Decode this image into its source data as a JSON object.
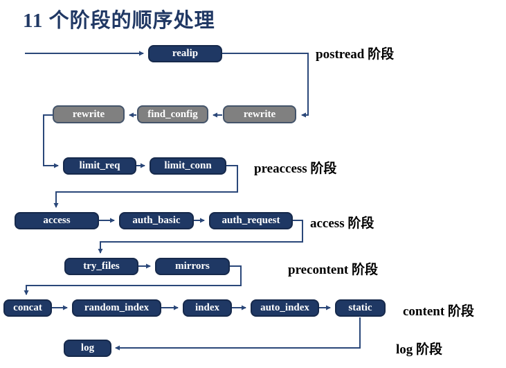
{
  "title": "11 个阶段的顺序处理",
  "nodes": {
    "realip": {
      "label": "realip"
    },
    "rewrite_server": {
      "label": "rewrite"
    },
    "find_config": {
      "label": "find_config"
    },
    "rewrite": {
      "label": "rewrite"
    },
    "limit_req": {
      "label": "limit_req"
    },
    "limit_conn": {
      "label": "limit_conn"
    },
    "access": {
      "label": "access"
    },
    "auth_basic": {
      "label": "auth_basic"
    },
    "auth_request": {
      "label": "auth_request"
    },
    "try_files": {
      "label": "try_files"
    },
    "mirrors": {
      "label": "mirrors"
    },
    "concat": {
      "label": "concat"
    },
    "random_index": {
      "label": "random_index"
    },
    "index": {
      "label": "index"
    },
    "auto_index": {
      "label": "auto_index"
    },
    "static": {
      "label": "static"
    },
    "log": {
      "label": "log"
    }
  },
  "phase_labels": {
    "postread": "postread 阶段",
    "preaccess": "preaccess 阶段",
    "access": "access 阶段",
    "precontent": "precontent 阶段",
    "content": "content 阶段",
    "log": "log 阶段"
  },
  "colors": {
    "title": "#203864",
    "node_fill": "#1F3864",
    "node_border": "#16294B",
    "node_text": "#FFFFFF",
    "gray_fill": "#808080",
    "gray_border": "#44546A",
    "line": "#2A4779",
    "label_text": "#000000"
  }
}
